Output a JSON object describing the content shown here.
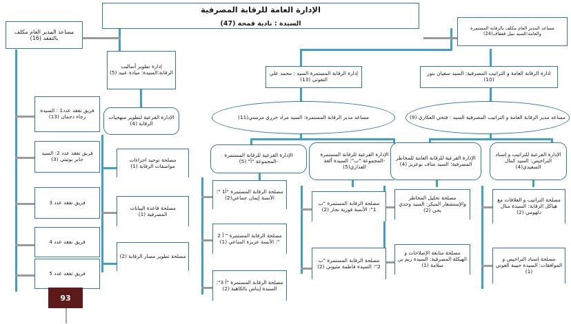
{
  "meta": {
    "language": "ar",
    "direction": "rtl",
    "accent_color": "#2e75b6",
    "connector_color": "#3f9fc4",
    "page_tag_color": "#5c1a1a"
  },
  "header": {
    "title": "الإدارة العامة للرقابة المصرفية",
    "subtitle": "السيدة : نادية قمحة (47)"
  },
  "page_tag": {
    "number": "93"
  },
  "level2": {
    "left": {
      "label": "مساعد المدير العام مكلف بالتفقد (16)"
    },
    "right": {
      "label": "مساعد المدير العام مكلف بالرقابة المستمرة والعامة:السيد نبيل قفقاف(24)"
    }
  },
  "inspection_branch": {
    "teams": [
      {
        "label": "فريق تفقد عدد1 : السيدة رجاء دحمان (13)"
      },
      {
        "label": "فريق تفقد عدد 2: السيد جابر بوتيتي (3)"
      },
      {
        "label": "فريق تفقد عدد 3"
      },
      {
        "label": "فريق تفقد عدد 4"
      },
      {
        "label": "فريق تفقد عدد 5"
      }
    ]
  },
  "methods_branch": {
    "administration": {
      "label": "إدارة تطوير أساليب الرقابة:السيدة: ميادة عبيد (5)"
    },
    "sub_administration": {
      "label": "الإدارة الفرعية لتطوير منهجيات الرقابة (4)"
    },
    "services": [
      {
        "label": "مصلحة توحيد اجراءات مواصفات الرقابة (1)"
      },
      {
        "label": "مصلحة قاعدة البيانات المصرفية (1)"
      },
      {
        "label": "مصلحة تطوير مسار الرقابة (2)"
      }
    ]
  },
  "continuous_supervision": {
    "administration": {
      "label": "إدارة الرقابة المستمرة السيد : محمد علي النفوتي (13)"
    },
    "deputy": {
      "label": "مساعد مدير الرقابة المستمرة: السيد مراد خزري مرسني(11)"
    },
    "groups": [
      {
        "sub_administration": {
          "label": "الإدارة الفرعية للرقابة المستمرة -المجموعة \"أ\" (5)"
        },
        "services": [
          {
            "label": "مصلحة الرقابة المستمرة \"أ1 \": الآنسة إيمان جماعي(2)"
          },
          {
            "label": "مصلحة الرقابة المستمرة \" أ 2 \": الآنسة عزيزة المناعي (1)"
          },
          {
            "label": "مصلحة الرقابة المستمرة \"أ 3\": السيدة إيناس بالكاهية (2)"
          }
        ]
      },
      {
        "sub_administration": {
          "label": "الإدارة الفرعية للرقابة المستمرة -المجموعة \"ب\": السيدة ألفة العذاري(5)"
        },
        "services": [
          {
            "label": "مصلحة الرقابة المستمرة \"ب 1\": الآنسة فوزية نجار (2)"
          },
          {
            "label": "مصلحة الرقابة المستمرة \"ب 2\": السيدة فاطمة مثيوني (2)"
          }
        ]
      }
    ]
  },
  "general_supervision": {
    "administration": {
      "label": "ادارة الرقابة العامة و التراتيب المصرفية: السيد سفيان بنور (10)"
    },
    "deputy": {
      "label": "مساعد مدير الرقابة العامة و التراتيب المصرفية السيد : فتحي العكاري (9)"
    },
    "groups": [
      {
        "sub_administration": {
          "label": "الإدارة الفرعية للرقابة العامة للمخاطر المصرفية: السيد مناف بوعزيز (4)"
        },
        "services": [
          {
            "label": "مصلحة تحليل المخاطر والإستشعار المبكر: السيد وجدي يحي (2)"
          },
          {
            "label": "مصلحة متابعة الإصلاحات و الهيكلة المصرفية: السيدة ريم بن سلامة (1)"
          }
        ]
      },
      {
        "sub_administration": {
          "label": "الإدارة الفرعية للتراتيب و إسناد التراخيص: السيد كمال السعيدي(4)"
        },
        "services": [
          {
            "label": "مصلحة التراتيب و العلاقات مع هياكل الرقابة: السيدة منال دلهومي (2)"
          },
          {
            "label": "مصلحة إسناد التراخيص و الموافقات: السيدة حبيبة العوني (1)"
          }
        ]
      }
    ]
  }
}
